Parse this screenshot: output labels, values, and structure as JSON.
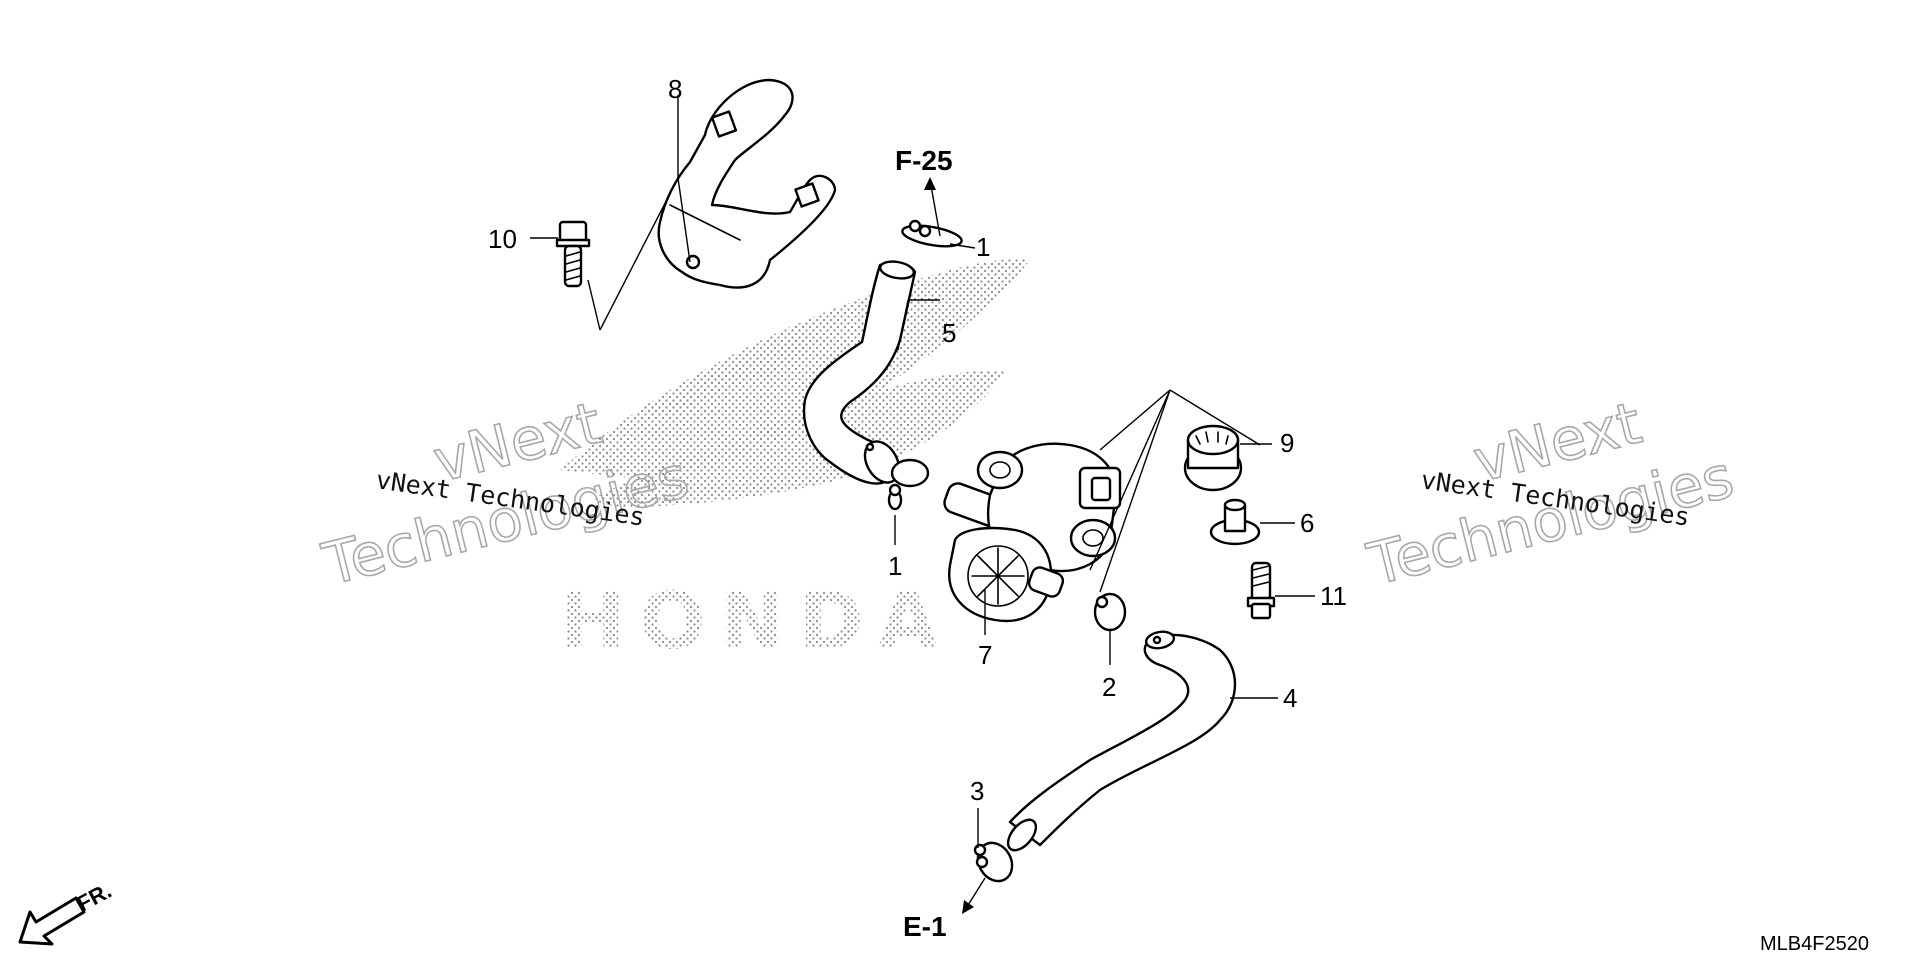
{
  "diagram": {
    "callouts": {
      "c1_top": "1",
      "c1_left": "1",
      "c2": "2",
      "c3": "3",
      "c4": "4",
      "c5": "5",
      "c6": "6",
      "c7": "7",
      "c8": "8",
      "c9": "9",
      "c10": "10",
      "c11": "11"
    },
    "references": {
      "top": "F-25",
      "bottom": "E-1"
    },
    "front_arrow_label": "FR.",
    "document_code": "MLB4F2520"
  },
  "watermarks": {
    "brand_line": "vNext Technologies",
    "brand_big_top": "vNext",
    "brand_big_bottom": "Technologies",
    "honda_text": "HONDA"
  },
  "colors": {
    "line": "#000000",
    "watermark_outline": "#a8a8a8",
    "dot_pattern": "#8a8a8a"
  }
}
